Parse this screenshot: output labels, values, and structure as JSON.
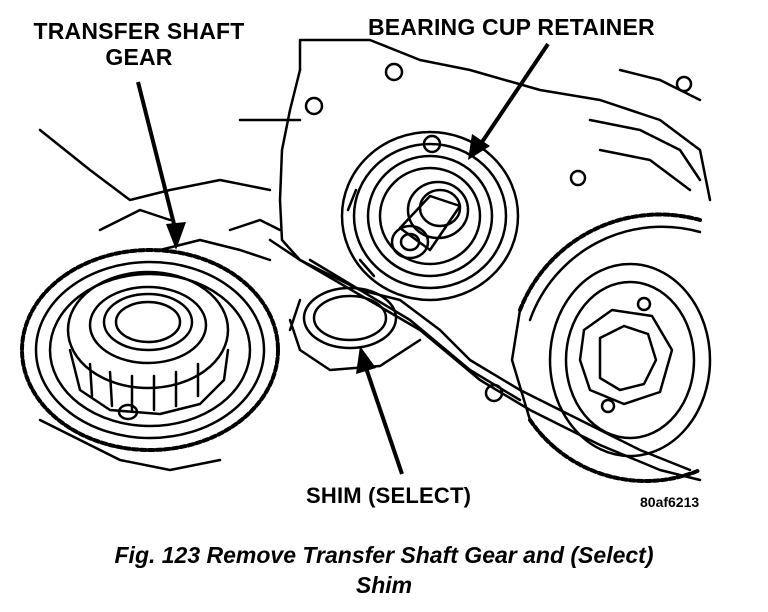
{
  "labels": {
    "transfer_shaft_gear": "TRANSFER SHAFT\nGEAR",
    "bearing_cup_retainer": "BEARING CUP RETAINER",
    "shim": "SHIM (SELECT)",
    "figure_code": "80af6213"
  },
  "caption": {
    "line1": "Fig. 123 Remove Transfer Shaft Gear and (Select)",
    "line2": "Shim"
  }
}
